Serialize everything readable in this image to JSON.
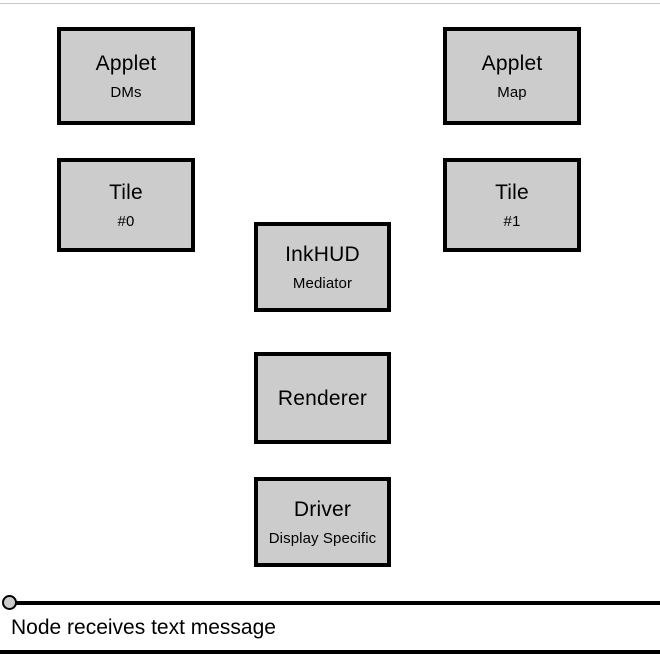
{
  "diagram": {
    "nodes": [
      {
        "id": "applet-dms",
        "title": "Applet",
        "subtitle": "DMs"
      },
      {
        "id": "applet-map",
        "title": "Applet",
        "subtitle": "Map"
      },
      {
        "id": "tile-0",
        "title": "Tile",
        "subtitle": "#0"
      },
      {
        "id": "tile-1",
        "title": "Tile",
        "subtitle": "#1"
      },
      {
        "id": "inkhud",
        "title": "InkHUD",
        "subtitle": "Mediator"
      },
      {
        "id": "renderer",
        "title": "Renderer",
        "subtitle": ""
      },
      {
        "id": "driver",
        "title": "Driver",
        "subtitle": "Display Specific"
      }
    ],
    "event": {
      "label": "Node receives text message",
      "marker": "start-marker-circle"
    },
    "colors": {
      "node_fill": "#cccccc",
      "node_border": "#000000",
      "background": "#ffffff",
      "rule": "#000000",
      "top_rule": "#c8c8c8"
    }
  }
}
